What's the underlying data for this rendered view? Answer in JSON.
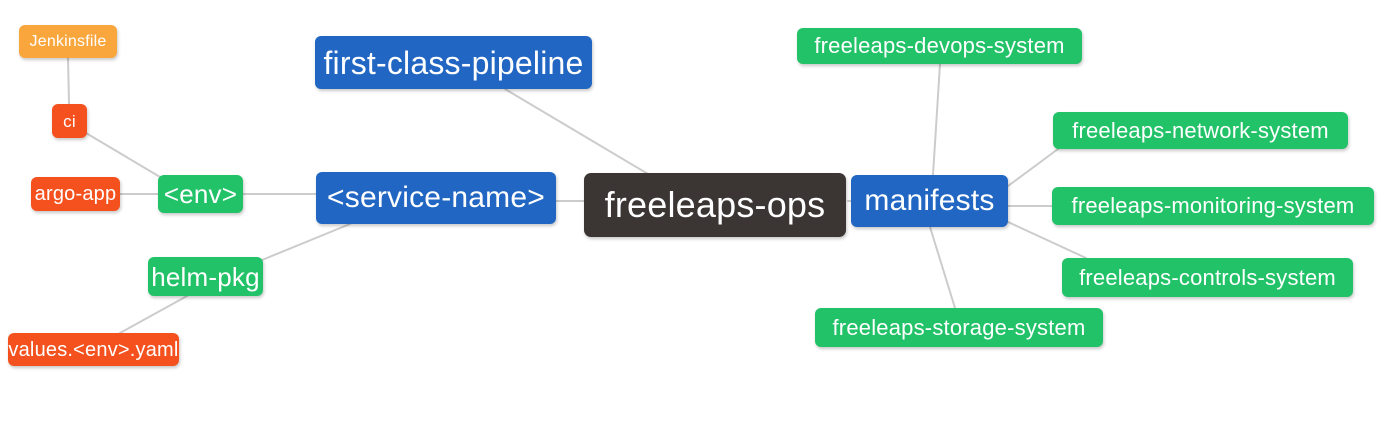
{
  "diagram": {
    "type": "mindmap",
    "background": "#ffffff",
    "edge_color": "#cccccc",
    "palette": {
      "branch_blue": "#2066c2",
      "leaf_green": "#22c268",
      "leaf_orange": "#f9a63c",
      "leaf_red": "#f4511e",
      "root_dark": "#3b3534",
      "text": "#ffffff"
    },
    "nodes": {
      "freeleaps_ops": {
        "label": "freeleaps-ops",
        "color": "dark"
      },
      "first_class_pipeline": {
        "label": "first-class-pipeline",
        "color": "blue"
      },
      "service_name": {
        "label": "<service-name>",
        "color": "blue"
      },
      "manifests": {
        "label": "manifests",
        "color": "blue"
      },
      "env": {
        "label": "<env>",
        "color": "green"
      },
      "helm_pkg": {
        "label": "helm-pkg",
        "color": "green"
      },
      "ci": {
        "label": "ci",
        "color": "red"
      },
      "argo_app": {
        "label": "argo-app",
        "color": "red"
      },
      "jenkinsfile": {
        "label": "Jenkinsfile",
        "color": "orange"
      },
      "values_env_yaml": {
        "label": "values.<env>.yaml",
        "color": "red"
      },
      "devops_system": {
        "label": "freeleaps-devops-system",
        "color": "green"
      },
      "network_system": {
        "label": "freeleaps-network-system",
        "color": "green"
      },
      "monitoring_system": {
        "label": "freeleaps-monitoring-system",
        "color": "green"
      },
      "controls_system": {
        "label": "freeleaps-controls-system",
        "color": "green"
      },
      "storage_system": {
        "label": "freeleaps-storage-system",
        "color": "green"
      }
    },
    "edges": [
      {
        "from": "jenkinsfile",
        "to": "ci"
      },
      {
        "from": "ci",
        "to": "env"
      },
      {
        "from": "argo_app",
        "to": "env"
      },
      {
        "from": "env",
        "to": "service_name"
      },
      {
        "from": "helm_pkg",
        "to": "service_name"
      },
      {
        "from": "values_env_yaml",
        "to": "helm_pkg"
      },
      {
        "from": "first_class_pipeline",
        "to": "freeleaps_ops"
      },
      {
        "from": "service_name",
        "to": "freeleaps_ops"
      },
      {
        "from": "freeleaps_ops",
        "to": "manifests"
      },
      {
        "from": "manifests",
        "to": "devops_system"
      },
      {
        "from": "manifests",
        "to": "network_system"
      },
      {
        "from": "manifests",
        "to": "monitoring_system"
      },
      {
        "from": "manifests",
        "to": "controls_system"
      },
      {
        "from": "manifests",
        "to": "storage_system"
      }
    ]
  }
}
